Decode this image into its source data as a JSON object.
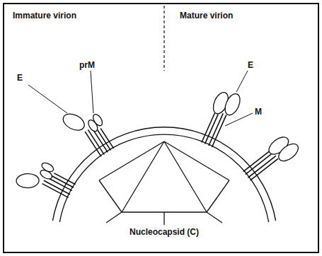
{
  "diagram": {
    "labels": [
      "Immature virion",
      "Mature virion",
      "E",
      "prM",
      "E",
      "M",
      "Nucleocapsid (C)"
    ]
  }
}
